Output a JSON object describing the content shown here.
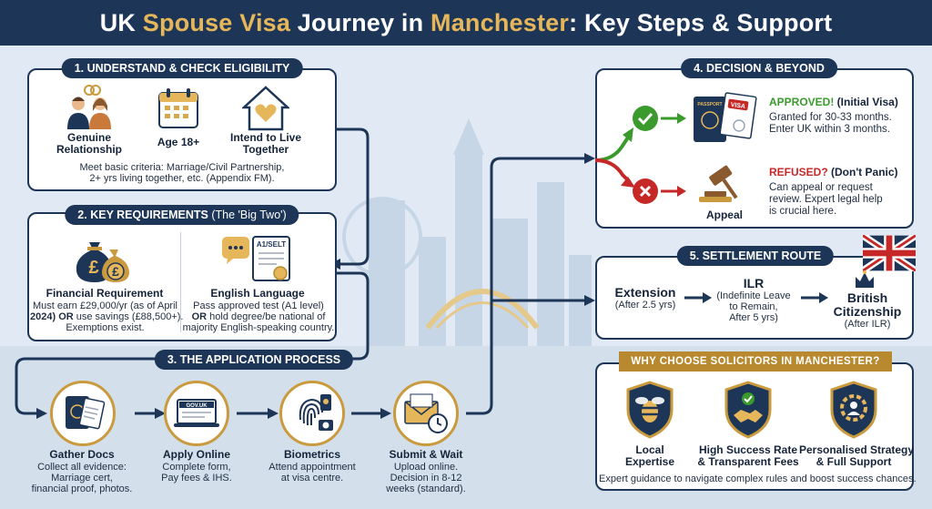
{
  "header": {
    "title_part1": "UK ",
    "title_part2": "Spouse Visa",
    "title_part3": " Journey in ",
    "title_part4": "Manchester",
    "title_part5": ": Key Steps & Support"
  },
  "section1": {
    "heading": "1. UNDERSTAND & CHECK ELIGIBILITY",
    "items": [
      {
        "label_line1": "Genuine",
        "label_line2": "Relationship",
        "icon": "couple-icon"
      },
      {
        "label_line1": "Age 18+",
        "label_line2": "",
        "icon": "calendar-icon"
      },
      {
        "label_line1": "Intend to Live",
        "label_line2": "Together",
        "icon": "house-heart-icon"
      }
    ],
    "note_line1": "Meet basic criteria: Marriage/Civil Partnership,",
    "note_line2": "2+ yrs living together, etc. (Appendix FM)."
  },
  "section2": {
    "heading": "2. KEY REQUIREMENTS",
    "heading_suffix": " (The 'Big Two')",
    "financial": {
      "label": "Financial Requirement",
      "line1": "Must earn £29,000/yr (as of April",
      "line2_bold": "2024) OR",
      "line2_rest": " use savings (£88,500+).",
      "line3": "Exemptions exist."
    },
    "english": {
      "label": "English Language",
      "doc_label": "A1/SELT",
      "line1": "Pass approved test (A1 level)",
      "line2_bold": "OR",
      "line2_rest": " hold degree/be national of",
      "line3": "majority English-speaking country."
    }
  },
  "section3": {
    "heading": "3. THE APPLICATION PROCESS",
    "steps": [
      {
        "label": "Gather Docs",
        "line1": "Collect all evidence:",
        "line2": "Marriage cert,",
        "line3": "financial proof, photos.",
        "icon": "documents-icon"
      },
      {
        "label": "Apply Online",
        "line1": "Complete form,",
        "line2": "Pay fees & IHS.",
        "line3": "",
        "icon": "laptop-icon",
        "screen_text": "GOV.UK"
      },
      {
        "label": "Biometrics",
        "line1": "Attend appointment",
        "line2": "at visa centre.",
        "line3": "",
        "icon": "fingerprint-icon"
      },
      {
        "label": "Submit & Wait",
        "line1": "Upload online.",
        "line2": "Decision in 8-12",
        "line3": "weeks (standard).",
        "icon": "envelope-clock-icon"
      }
    ]
  },
  "section4": {
    "heading": "4. DECISION & BEYOND",
    "approved_title": "APPROVED!",
    "approved_suffix": " (Initial Visa)",
    "approved_line1": "Granted for 30-33 months.",
    "approved_line2": "Enter UK within 3 months.",
    "passport_label": "PASSPORT",
    "visa_label": "VISA",
    "refused_title": "REFUSED?",
    "refused_suffix": " (Don't Panic)",
    "refused_line1": "Can appeal or request",
    "refused_line2": "review. Expert legal help",
    "refused_line3": "is crucial here.",
    "appeal_label": "Appeal"
  },
  "section5": {
    "heading": "5. SETTLEMENT ROUTE",
    "steps": [
      {
        "title": "Extension",
        "line1": "(After 2.5 yrs)",
        "line2": "",
        "line3": ""
      },
      {
        "title": "ILR",
        "line1": "(Indefinite Leave",
        "line2": "to Remain,",
        "line3": "After 5 yrs)"
      },
      {
        "title": "British",
        "title2": "Citizenship",
        "line1": "(After ILR)"
      }
    ]
  },
  "section6": {
    "heading": "WHY CHOOSE SOLICITORS IN MANCHESTER?",
    "items": [
      {
        "line1": "Local",
        "line2": "Expertise",
        "icon": "bee-shield-icon"
      },
      {
        "line1": "High Success Rate",
        "line2": "& Transparent Fees",
        "icon": "handshake-shield-icon"
      },
      {
        "line1": "Personalised Strategy",
        "line2": "& Full Support",
        "icon": "gear-person-shield-icon"
      }
    ],
    "footer": "Expert guidance to navigate complex rules and boost success chances."
  },
  "colors": {
    "navy": "#1d3557",
    "gold": "#e6b75a",
    "green": "#3a9a2c",
    "red": "#c62828",
    "background": "#dfe9f3"
  }
}
